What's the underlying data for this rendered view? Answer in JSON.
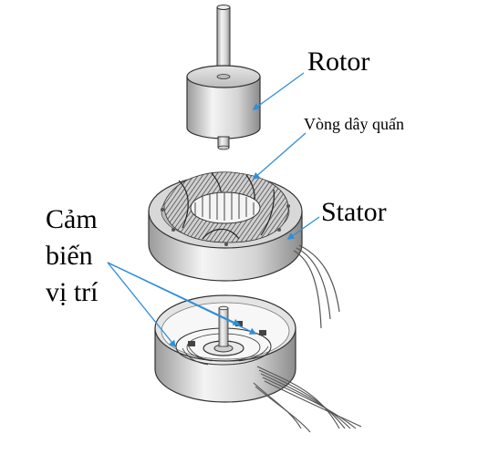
{
  "labels": {
    "rotor": "Rotor",
    "winding": "Vòng dây quấn",
    "stator": "Stator",
    "sensor_line1": "Cảm",
    "sensor_line2": "biến",
    "sensor_line3": "vị trí"
  },
  "colors": {
    "pointer": "#2f8fd8",
    "metal_light": "#f2f2f2",
    "metal_mid": "#c8c8c8",
    "metal_dark": "#8a8a8a",
    "winding": "#5a5a5a"
  }
}
